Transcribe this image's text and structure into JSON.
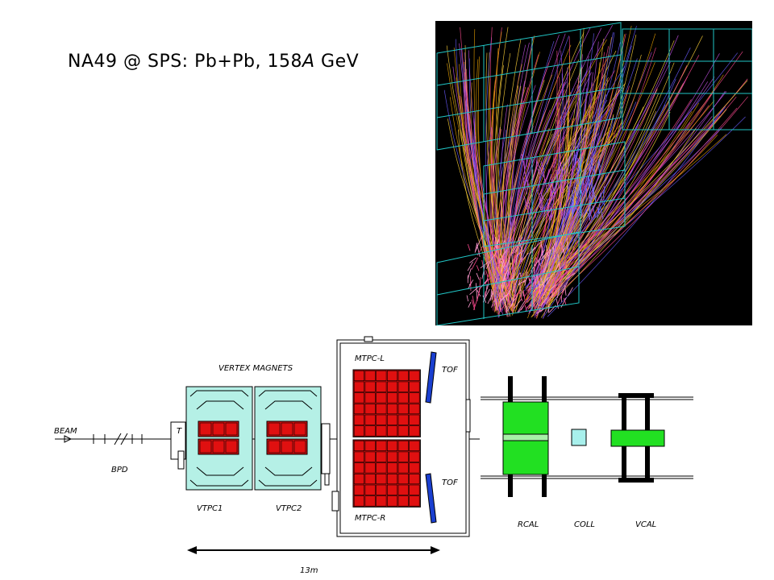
{
  "title": {
    "prefix": "NA49 @ SPS: Pb+Pb, 158",
    "italic": "A",
    "suffix": " GeV"
  },
  "event_display": {
    "description_colors": {
      "background": "#000000",
      "detector_boxes": "#21c6c6",
      "tracks": [
        "#e8a000",
        "#ffd43a",
        "#c050e0",
        "#6a5cff",
        "#ff4a90"
      ]
    }
  },
  "detector": {
    "beam_label": "BEAM",
    "bpd_label": "BPD",
    "target_label": "T",
    "vertex_magnets_label": "VERTEX  MAGNETS",
    "vtpc1_label": "VTPC1",
    "vtpc2_label": "VTPC2",
    "mtpc_l_label": "MTPC-L",
    "mtpc_r_label": "MTPC-R",
    "tof_top_label": "TOF",
    "tof_bottom_label": "TOF",
    "rcal_label": "RCAL",
    "coll_label": "COLL",
    "vcal_label": "VCAL",
    "scale_label": "13m",
    "colors": {
      "magnet": "#b5f0e6",
      "tpc_pad": "#e01010",
      "tof": "#1a3fd0",
      "calorimeter": "#22e022",
      "collimator": "#a8f0ec"
    }
  }
}
